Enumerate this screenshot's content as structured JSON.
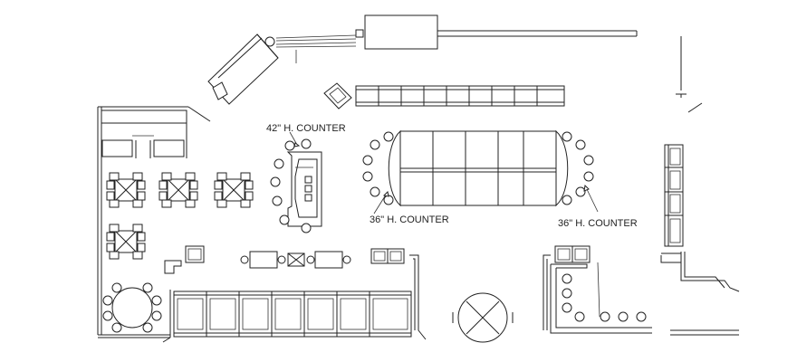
{
  "diagram": {
    "labels": {
      "counter_42": "42\" H. COUNTER",
      "counter_36_center": "36\" H. COUNTER",
      "counter_36_right": "36\" H. COUNTER"
    }
  }
}
